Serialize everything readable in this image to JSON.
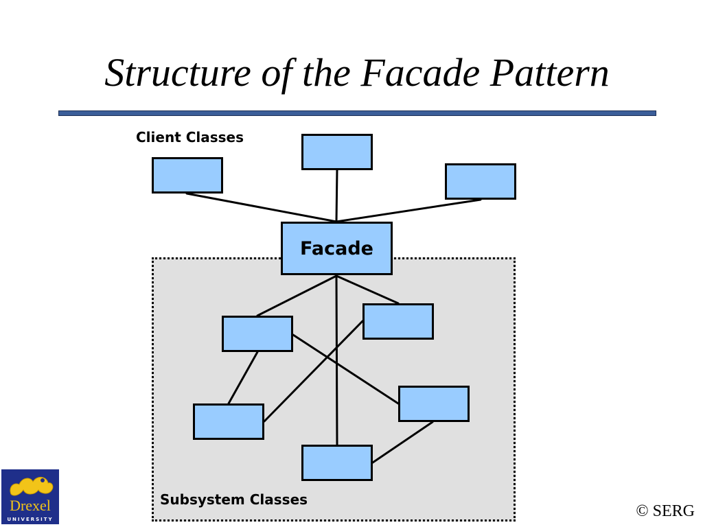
{
  "slide": {
    "title": "Structure of the Facade Pattern"
  },
  "diagram": {
    "client_label": "Client Classes",
    "subsystem_label": "Subsystem Classes",
    "facade_label": "Facade",
    "colors": {
      "box_fill": "#99ccff",
      "region_fill": "#e0e0e0",
      "title_rule": "#3b5e99"
    }
  },
  "footer": {
    "logo_name": "Drexel",
    "logo_sub": "UNIVERSITY",
    "copyright": "© SERG"
  }
}
